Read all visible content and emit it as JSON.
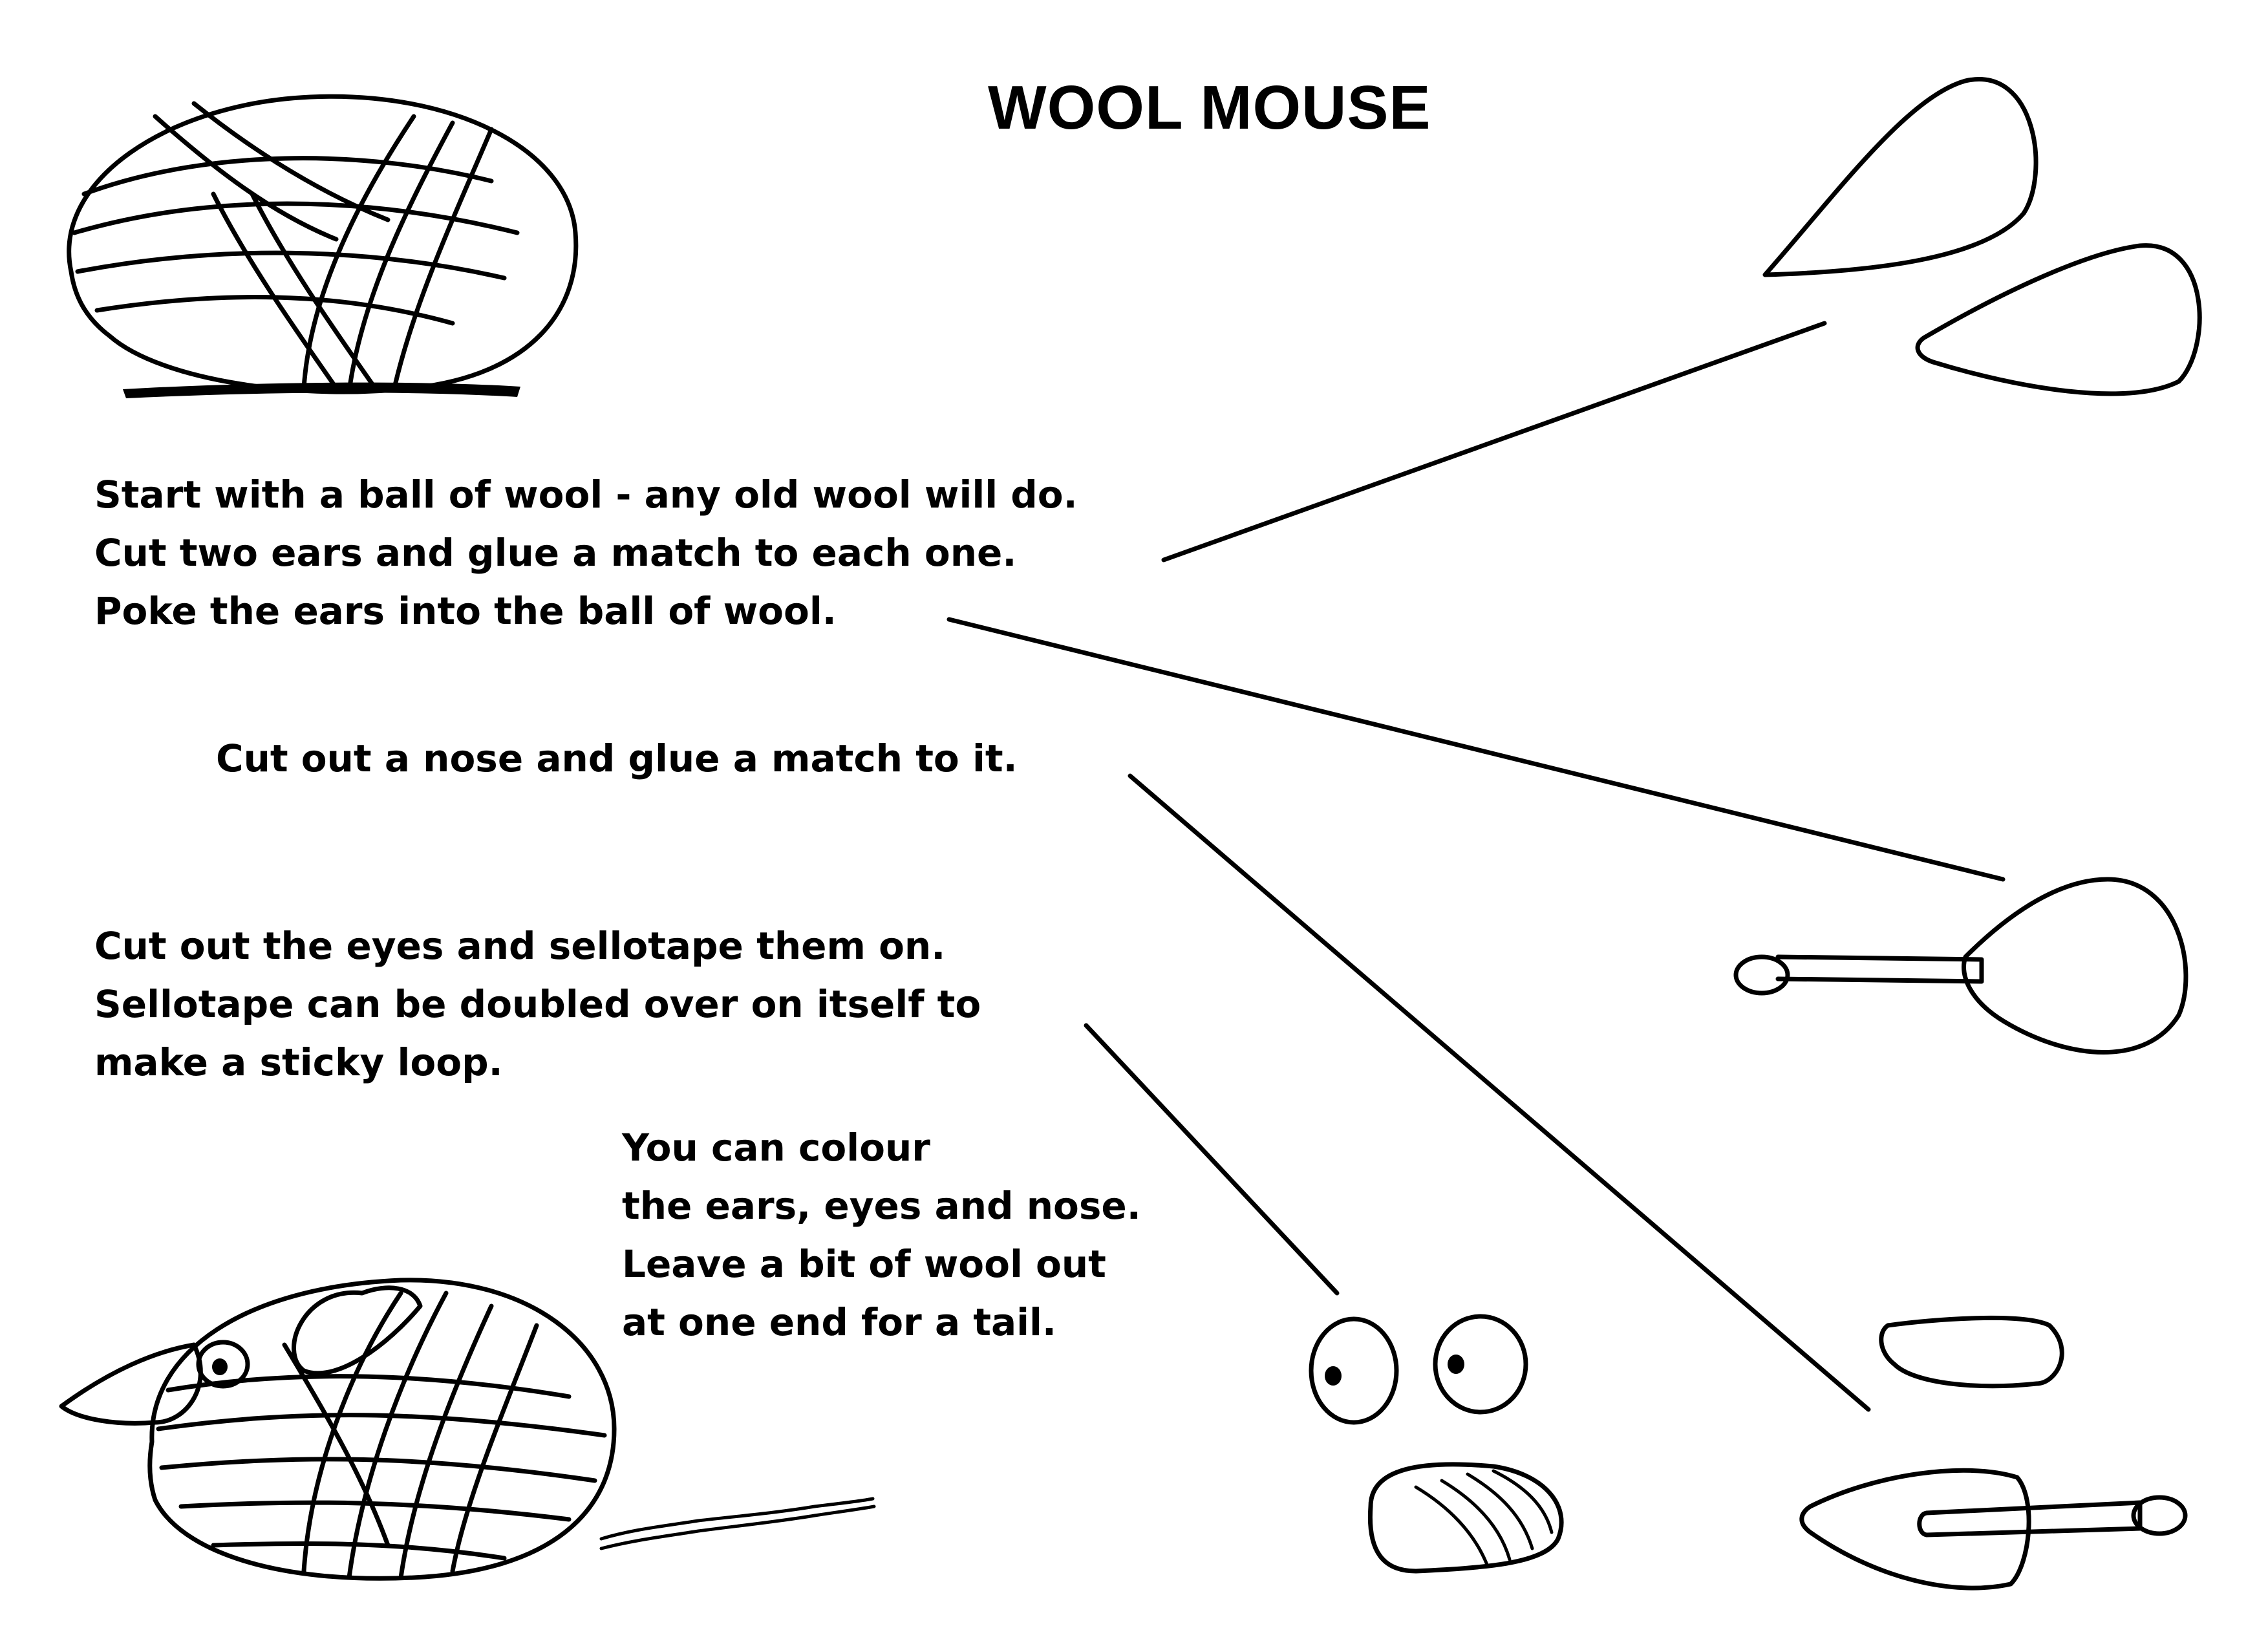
{
  "title": "WOOL MOUSE",
  "steps": {
    "ears": [
      "Start with a ball of wool - any old wool will do.",
      "Cut two ears and glue a match to each one.",
      "Poke the ears into the ball of wool."
    ],
    "nose": [
      "Cut out a nose and glue a match to it."
    ],
    "eyes": [
      "Cut out the eyes and sellotape them on.",
      "Sellotape can be doubled over on itself to",
      "make a sticky loop."
    ],
    "colour": [
      "You can colour",
      "the ears, eyes and nose.",
      "Leave a bit of wool out",
      "at one end for a tail."
    ]
  }
}
